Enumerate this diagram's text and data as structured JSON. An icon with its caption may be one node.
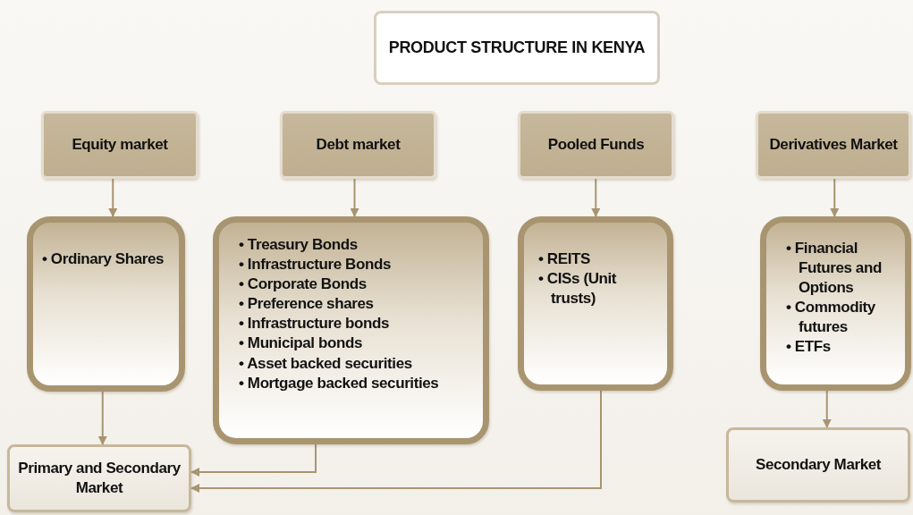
{
  "diagram": {
    "title": "PRODUCT STRUCTURE IN KENYA",
    "nodes": [
      {
        "text": [
          "Equity market"
        ]
      },
      {
        "text": [
          "Debt market"
        ]
      },
      {
        "text": [
          "Pooled Funds"
        ]
      },
      {
        "text": [
          "Derivatives Market"
        ]
      },
      {
        "text": [
          "• Ordinary Shares"
        ]
      },
      {
        "text": [
          "• Treasury Bonds",
          "• Infrastructure Bonds",
          "• Corporate Bonds",
          "• Preference shares",
          "• Infrastructure bonds",
          "• Municipal bonds",
          "• Asset backed securities",
          "• Mortgage backed securities"
        ]
      },
      {
        "text": [
          "• REITS",
          "• CISs (Unit trusts)"
        ]
      },
      {
        "text": [
          "• Financial Futures and Options",
          "• Commodity futures",
          "• ETFs"
        ]
      },
      {
        "text": [
          "Primary and Secondary Market"
        ]
      },
      {
        "text": [
          "Secondary Market"
        ]
      }
    ],
    "edges": [
      {
        "from": 0,
        "to": 4,
        "arrow": "to"
      },
      {
        "from": 1,
        "to": 5,
        "arrow": "to"
      },
      {
        "from": 2,
        "to": 6,
        "arrow": "to"
      },
      {
        "from": 3,
        "to": 7,
        "arrow": "to"
      },
      {
        "from": 4,
        "to": 8,
        "arrow": "to"
      },
      {
        "from": 5,
        "to": 8,
        "arrow": "to"
      },
      {
        "from": 6,
        "to": 8,
        "arrow": "to"
      },
      {
        "from": 7,
        "to": 9,
        "arrow": "to"
      }
    ]
  }
}
